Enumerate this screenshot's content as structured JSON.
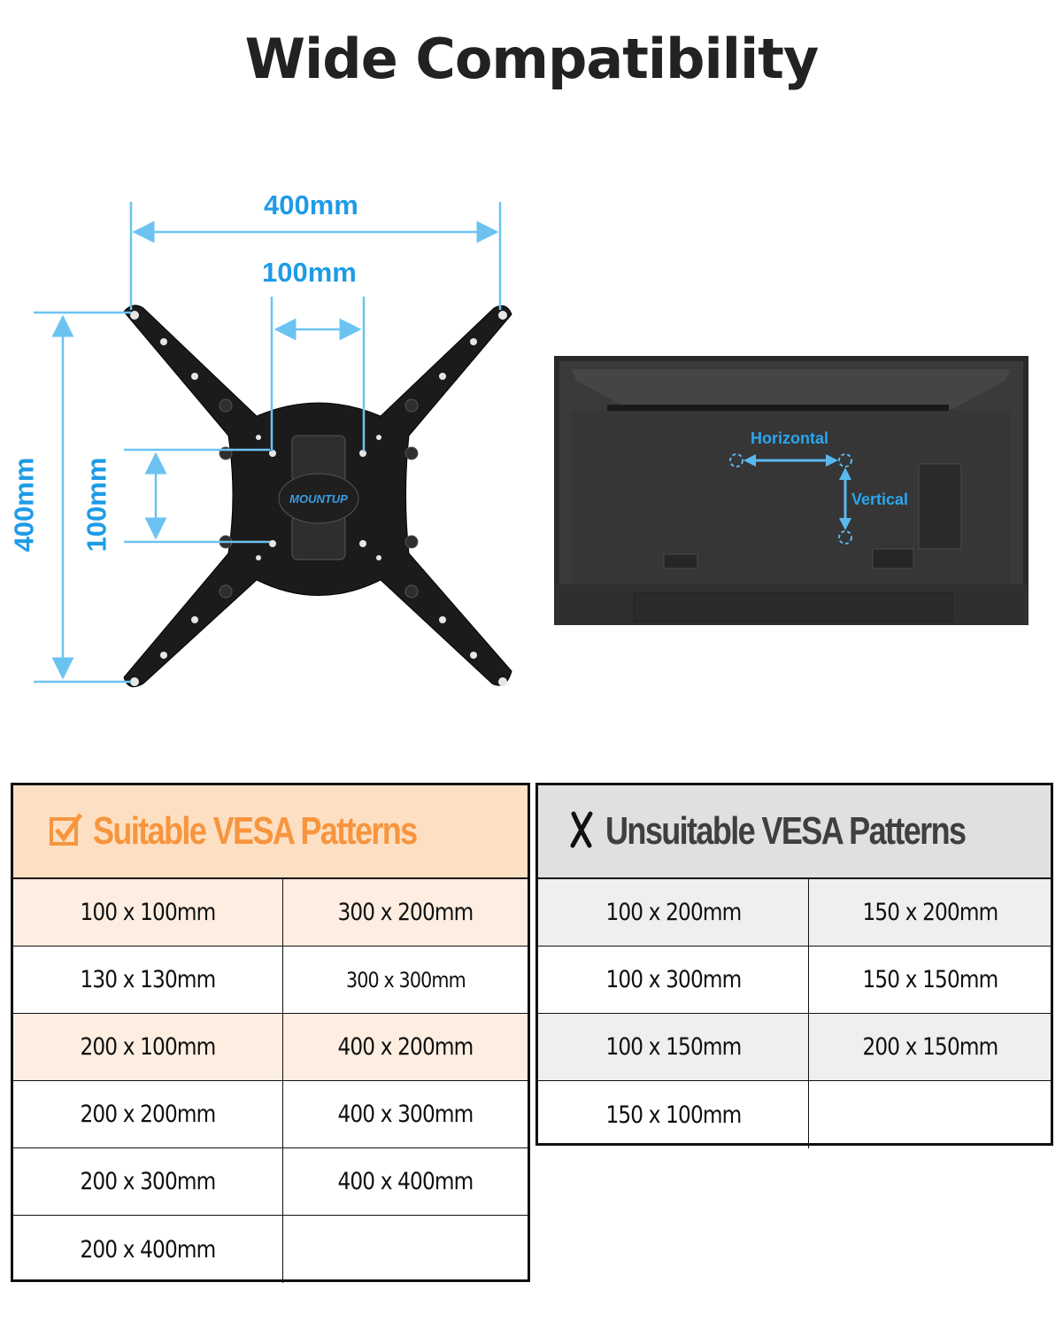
{
  "title": "Wide Compatibility",
  "diagram": {
    "brand": "MOUNTUP",
    "outer_width_label": "400mm",
    "inner_width_label": "100mm",
    "outer_height_label": "400mm",
    "inner_height_label": "100mm",
    "accent_color": "#1e9be6"
  },
  "tv": {
    "horizontal_label": "Horizontal",
    "vertical_label": "Vertical"
  },
  "suitable": {
    "icon": "checkbox-checked-icon",
    "title": "Suitable VESA Patterns",
    "color": "#f7953f",
    "rows": [
      [
        "100 x 100mm",
        "300 x 200mm"
      ],
      [
        "130 x 130mm",
        "300 x 300mm"
      ],
      [
        "200 x 100mm",
        "400 x 200mm"
      ],
      [
        "200 x 200mm",
        "400 x 300mm"
      ],
      [
        "200 x 300mm",
        "400 x 400mm"
      ],
      [
        "200 x 400mm",
        ""
      ]
    ]
  },
  "unsuitable": {
    "icon": "x-mark-icon",
    "title": "Unsuitable VESA Patterns",
    "color": "#3f3f3f",
    "rows": [
      [
        "100 x 200mm",
        "150 x 200mm"
      ],
      [
        "100 x 300mm",
        "150 x 150mm"
      ],
      [
        "100 x 150mm",
        "200 x 150mm"
      ],
      [
        "150 x 100mm",
        ""
      ]
    ]
  }
}
